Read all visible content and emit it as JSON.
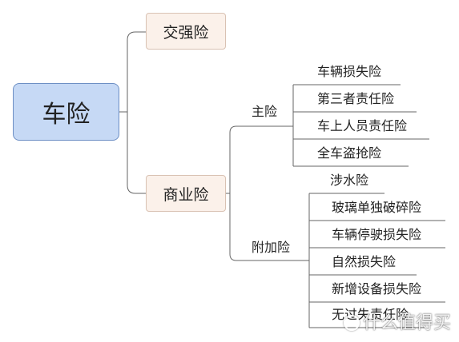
{
  "diagram": {
    "root": "车险",
    "branches": [
      {
        "label": "交强险"
      },
      {
        "label": "商业险",
        "groups": [
          {
            "label": "主险",
            "items": [
              "车辆损失险",
              "第三者责任险",
              "车上人员责任险",
              "全车盗抢险"
            ]
          },
          {
            "label": "附加险",
            "items": [
              "涉水险",
              "玻璃单独破碎险",
              "车辆停驶损失险",
              "自然损失险",
              "新增设备损失险",
              "无过失责任险"
            ]
          }
        ]
      }
    ],
    "watermark": "什么值得买",
    "colors": {
      "root_fill": "#c6d9f5",
      "root_border": "#6d8fc4",
      "branch_fill": "#fbf1ea",
      "branch_border": "#d9c2b3",
      "line": "#666666"
    }
  }
}
